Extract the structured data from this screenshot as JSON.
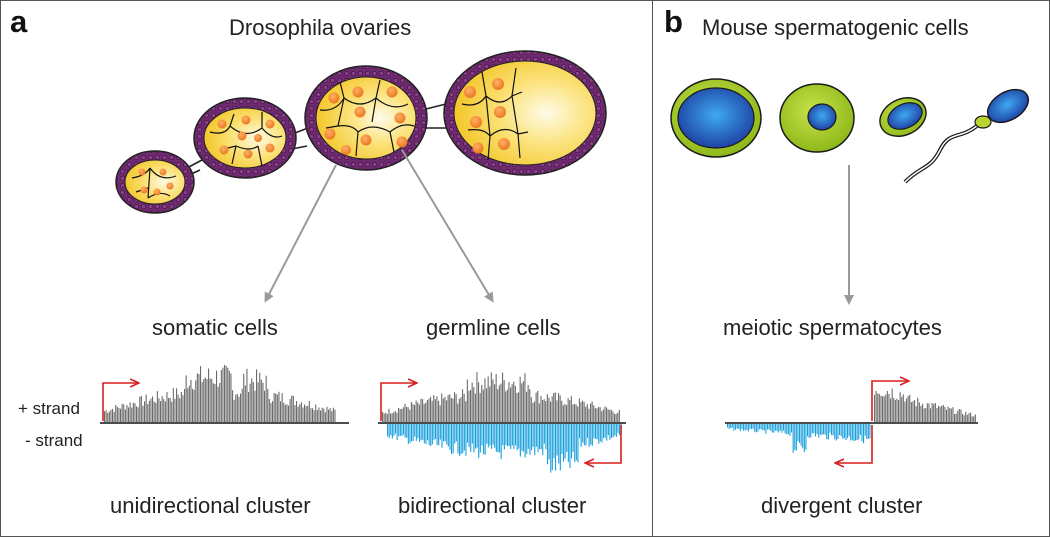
{
  "panel_a": {
    "letter": "a",
    "title": "Drosophila ovaries",
    "somatic_label": "somatic cells",
    "germline_label": "germline cells",
    "plus_strand": "+ strand",
    "minus_strand": "- strand",
    "cluster1_caption": "unidirectional cluster",
    "cluster2_caption": "bidirectional cluster"
  },
  "panel_b": {
    "letter": "b",
    "title": "Mouse spermatogenic cells",
    "cell_label": "meiotic spermatocytes",
    "cluster_caption": "divergent cluster"
  },
  "colors": {
    "plus_bars": "#6b6b6b",
    "minus_bars": "#1aa0dc",
    "arrow": "#d81e1e",
    "connector": "#9a9a9a",
    "egg_shell": "#6e2a6e",
    "egg_fill": "#f7d23c",
    "nucleus": "#f08a2a",
    "cell_green": "#9ac31c",
    "cell_blue": "#1f4fb0"
  }
}
